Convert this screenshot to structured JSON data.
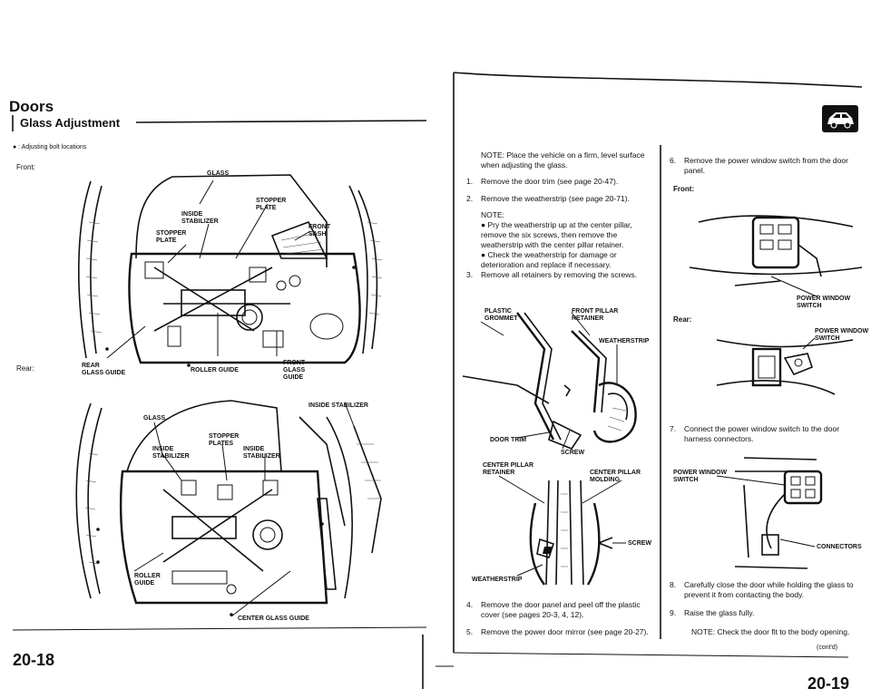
{
  "left_page": {
    "title": "Doors",
    "subtitle": "Glass Adjustment",
    "legend": "● : Adjusting bolt locations",
    "front_label": "Front:",
    "rear_label": "Rear:",
    "page_number": "20-18",
    "front_callouts": {
      "glass": "GLASS",
      "stopper_plate_top": "STOPPER\nPLATE",
      "inside_stabilizer": "INSIDE\nSTABILIZER",
      "stopper_plate_left": "STOPPER\nPLATE",
      "front_sash": "FRONT\nSASH",
      "rear_glass_guide": "REAR\nGLASS GUIDE",
      "roller_guide": "ROLLER GUIDE",
      "front_glass_guide": "FRONT\nGLASS\nGUIDE"
    },
    "rear_callouts": {
      "inside_stabilizer_top": "INSIDE STABILIZER",
      "glass": "GLASS",
      "stopper_plates": "STOPPER\nPLATES",
      "inside_stabilizer_left": "INSIDE\nSTABILIZER",
      "inside_stabilizer_right": "INSIDE\nSTABILIZER",
      "roller_guide": "ROLLER\nGUIDE",
      "center_glass_guide": "CENTER GLASS GUIDE"
    }
  },
  "right_page": {
    "note_intro": "NOTE: Place the vehicle on a firm, level surface when adjusting the glass.",
    "steps": [
      {
        "num": "1.",
        "text": "Remove the door trim (see page 20-47)."
      },
      {
        "num": "2.",
        "text": "Remove the weatherstrip (see page 20-71)."
      }
    ],
    "step2_note_label": "NOTE:",
    "step2_note_bullets": [
      "Pry the weatherstrip up at the center pillar, remove the six screws, then remove the weatherstrip with the center pillar retainer.",
      "Check the weatherstrip for damage or deterioration and replace if necessary."
    ],
    "step3": {
      "num": "3.",
      "text": "Remove all retainers by removing the screws."
    },
    "fig1_callouts": {
      "plastic_grommet": "PLASTIC\nGROMMET",
      "front_pillar_retainer": "FRONT PILLAR\nRETAINER",
      "weatherstrip": "WEATHERSTRIP",
      "door_trim": "DOOR TRIM",
      "screw": "SCREW"
    },
    "fig2_callouts": {
      "center_pillar_retainer": "CENTER PILLAR\nRETAINER",
      "center_pillar_molding": "CENTER PILLAR\nMOLDING",
      "screw": "SCREW",
      "weatherstrip": "WEATHERSTRIP"
    },
    "step4": {
      "num": "4.",
      "text": "Remove the door panel and peel off the plastic cover (see pages 20-3, 4, 12)."
    },
    "step5": {
      "num": "5.",
      "text": "Remove the power door mirror (see page 20-27)."
    },
    "step6": {
      "num": "6.",
      "text": "Remove the power window switch from the door panel."
    },
    "front_label": "Front:",
    "rear_label": "Rear:",
    "fig3_callouts": {
      "power_window_switch_front": "POWER WINDOW\nSWITCH",
      "power_window_switch_rear": "POWER WINDOW\nSWITCH"
    },
    "step7": {
      "num": "7.",
      "text": "Connect the power window switch to the door harness connectors."
    },
    "fig4_callouts": {
      "power_window_switch": "POWER WINDOW\nSWITCH",
      "connectors": "CONNECTORS"
    },
    "step8": {
      "num": "8.",
      "text": "Carefully close the door while holding the glass to prevent it from contacting the body."
    },
    "step9": {
      "num": "9.",
      "text": "Raise the glass fully."
    },
    "step9_note": "NOTE: Check the door fit to the body opening.",
    "contd": "(cont'd)",
    "page_number": "20-19"
  },
  "icons": {
    "header_badge": "car-body-icon"
  }
}
